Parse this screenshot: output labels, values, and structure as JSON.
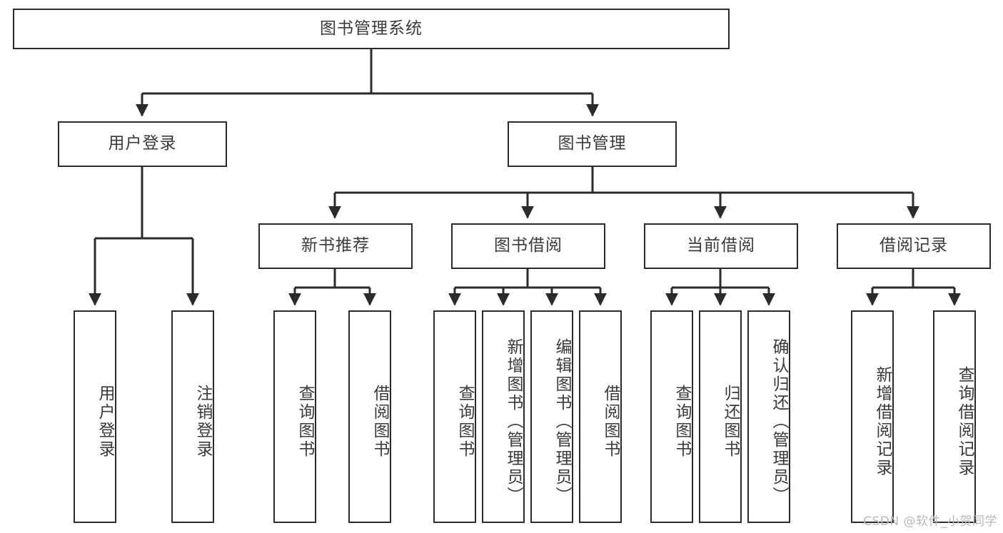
{
  "diagram": {
    "title": "图书管理系统",
    "type": "tree-hierarchy",
    "colors": {
      "box_border": "#2b2b2b",
      "box_fill": "#ffffff",
      "connector": "#2b2b2b",
      "text": "#3a3a3a",
      "watermark": "#b9b9b9"
    },
    "root": {
      "label": "图书管理系统"
    },
    "level2": [
      {
        "label": "用户登录"
      },
      {
        "label": "图书管理"
      }
    ],
    "level3": [
      {
        "label": "新书推荐"
      },
      {
        "label": "图书借阅"
      },
      {
        "label": "当前借阅"
      },
      {
        "label": "借阅记录"
      }
    ],
    "leaves": {
      "user_login": [
        {
          "label": "用户登录"
        },
        {
          "label": "注销登录"
        }
      ],
      "new_book_recommend": [
        {
          "label": "查询图书"
        },
        {
          "label": "借阅图书"
        }
      ],
      "book_borrow": [
        {
          "label": "查询图书"
        },
        {
          "label": "新增图书（管理员）"
        },
        {
          "label": "编辑图书（管理员）"
        },
        {
          "label": "借阅图书"
        }
      ],
      "current_borrow": [
        {
          "label": "查询图书"
        },
        {
          "label": "归还图书"
        },
        {
          "label": "确认归还（管理员）"
        }
      ],
      "borrow_records": [
        {
          "label": "新增借阅记录"
        },
        {
          "label": "查询借阅记录"
        }
      ]
    },
    "watermark": "CSDN @软件_小贺同学"
  }
}
